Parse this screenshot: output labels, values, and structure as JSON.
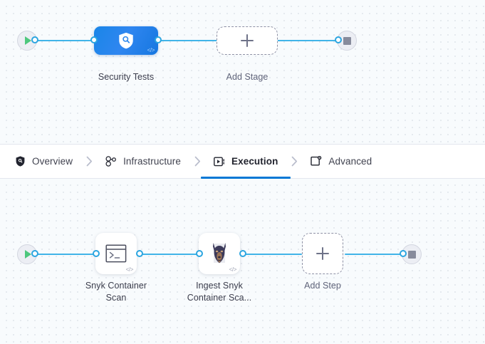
{
  "stage_canvas": {
    "name": "pipeline-stage-canvas",
    "start_node": {
      "icon": "play-icon",
      "title": "Start"
    },
    "end_node": {
      "icon": "stop-icon",
      "title": "End"
    },
    "stages": [
      {
        "label": "Security Tests",
        "icon": "shield-search-icon",
        "badge": "</>",
        "type": "stage"
      }
    ],
    "add_stage": {
      "label": "Add Stage",
      "icon": "plus-icon"
    }
  },
  "tabbar": {
    "name": "stage-config-tabs",
    "separator": "›",
    "tabs": [
      {
        "label": "Overview",
        "icon": "shield-icon",
        "active": false
      },
      {
        "label": "Infrastructure",
        "icon": "infrastructure-nodes-icon",
        "active": false
      },
      {
        "label": "Execution",
        "icon": "execution-play-box-icon",
        "active": true
      },
      {
        "label": "Advanced",
        "icon": "advanced-gear-box-icon",
        "active": false
      }
    ],
    "active_underline_color": "#0278d5"
  },
  "step_canvas": {
    "name": "execution-steps-canvas",
    "start_node": {
      "icon": "play-icon",
      "title": "Start"
    },
    "end_node": {
      "icon": "stop-icon",
      "title": "End"
    },
    "steps": [
      {
        "label": "Snyk Container\nScan",
        "icon": "terminal-prompt-icon",
        "badge": "</>",
        "type": "run-step"
      },
      {
        "label": "Ingest Snyk\nContainer Sca...",
        "icon": "snyk-doberman-icon",
        "badge": "</>",
        "type": "plugin-step"
      }
    ],
    "add_step": {
      "label": "Add Step",
      "icon": "plus-icon"
    }
  },
  "colors": {
    "wire": "#41b4e8",
    "port_stroke": "#2ba5e0",
    "stage_blue": "#1f82e8",
    "start_green": "#4dc77d",
    "stop_gray": "#878b9c",
    "canvas_bg": "#f8fbfd",
    "dot_grid": "#dfe4ea",
    "active_tab": "#0278d5"
  }
}
